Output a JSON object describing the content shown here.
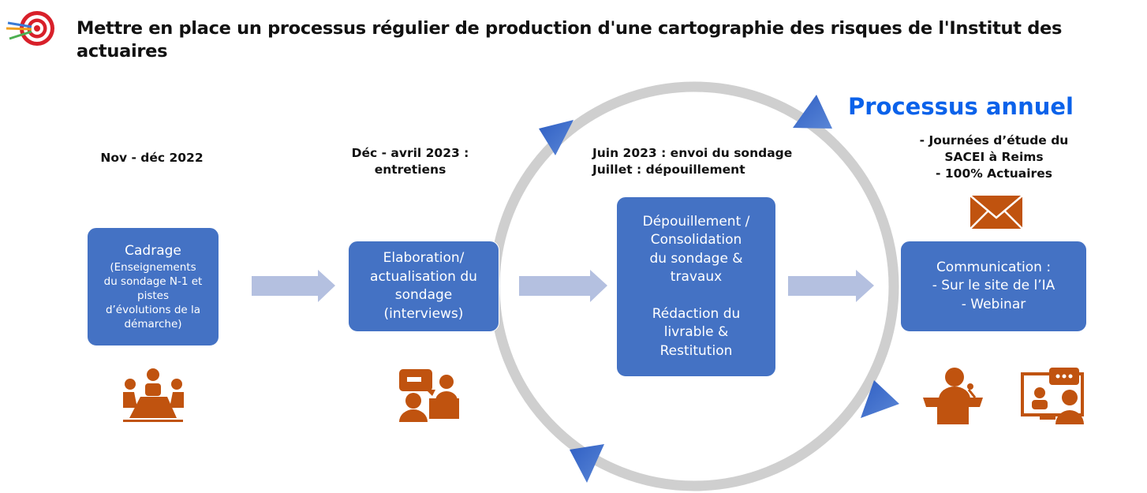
{
  "title": "Mettre en place un processus régulier de production d'une cartographie des risques de l'Institut des actuaires",
  "icons": {
    "target": "target-with-darts-icon",
    "meeting": "meeting-table-icon",
    "interview": "interview-chat-icon",
    "mail": "envelope-icon",
    "speaker": "podium-speaker-icon",
    "webinar": "webinar-screen-icon"
  },
  "cycle_label": "Processus annuel",
  "colors": {
    "box": "#4472c4",
    "arrow": "#b4c0e0",
    "cycle": "#cfcfcf",
    "cycle_arrowhead": "#3f6fcc",
    "icon": "#c0530f",
    "accent_text": "#0b62ea"
  },
  "phases": [
    {
      "date_lines": [
        "Nov - déc 2022"
      ],
      "box_title": "Cadrage",
      "box_lines": [
        "(Enseignements",
        "du sondage N-1 et",
        "pistes",
        "d’évolutions de la",
        "démarche)"
      ]
    },
    {
      "date_lines": [
        "Déc - avril 2023 :",
        "entretiens"
      ],
      "box_lines": [
        "Elaboration/",
        "actualisation du",
        "sondage",
        "(interviews)"
      ]
    },
    {
      "date_lines": [
        "Juin 2023 : envoi du sondage",
        "Juillet : dépouillement"
      ],
      "box_lines": [
        "Dépouillement /",
        "Consolidation",
        "du sondage &",
        "travaux",
        "",
        "Rédaction du",
        "livrable &",
        "Restitution"
      ]
    },
    {
      "date_lines": [
        "- Journées d’étude du",
        "SACEI à Reims",
        "- 100% Actuaires"
      ],
      "box_lines": [
        "Communication :",
        "- Sur le site de l’IA",
        "- Webinar"
      ]
    }
  ]
}
